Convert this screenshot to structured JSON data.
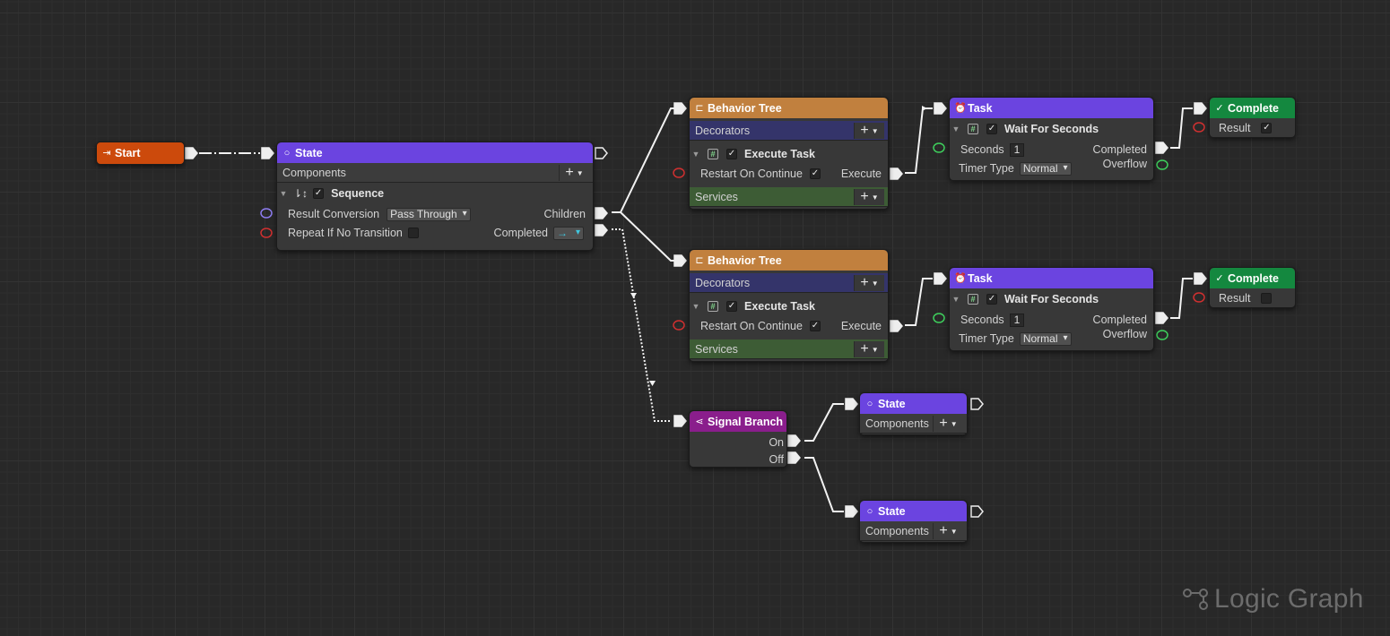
{
  "graph": {
    "watermark": "Logic Graph",
    "start": {
      "title": "Start"
    },
    "main_state": {
      "title": "State",
      "components_label": "Components",
      "sequence_label": "Sequence",
      "result_conversion_label": "Result Conversion",
      "result_conversion_value": "Pass Through",
      "children_label": "Children",
      "repeat_label": "Repeat If No Transition",
      "completed_label": "Completed",
      "completed_value": "→"
    },
    "behavior_trees": [
      {
        "title": "Behavior Tree",
        "decorators_label": "Decorators",
        "execute_task_label": "Execute Task",
        "restart_label": "Restart On Continue",
        "execute_label": "Execute",
        "services_label": "Services"
      },
      {
        "title": "Behavior Tree",
        "decorators_label": "Decorators",
        "execute_task_label": "Execute Task",
        "restart_label": "Restart On Continue",
        "execute_label": "Execute",
        "services_label": "Services"
      }
    ],
    "tasks": [
      {
        "title": "Task",
        "wait_label": "Wait For Seconds",
        "seconds_label": "Seconds",
        "seconds_value": "1",
        "completed_label": "Completed",
        "timer_type_label": "Timer Type",
        "timer_type_value": "Normal",
        "overflow_label": "Overflow"
      },
      {
        "title": "Task",
        "wait_label": "Wait For Seconds",
        "seconds_label": "Seconds",
        "seconds_value": "1",
        "completed_label": "Completed",
        "timer_type_label": "Timer Type",
        "timer_type_value": "Normal",
        "overflow_label": "Overflow"
      }
    ],
    "completes": [
      {
        "title": "Complete",
        "result_label": "Result",
        "checked": true
      },
      {
        "title": "Complete",
        "result_label": "Result",
        "checked": false
      }
    ],
    "signal_branch": {
      "title": "Signal Branch",
      "on_label": "On",
      "off_label": "Off"
    },
    "branch_states": [
      {
        "title": "State",
        "components_label": "Components"
      },
      {
        "title": "State",
        "components_label": "Components"
      }
    ]
  },
  "colors": {
    "start_header": "#cc4a0c",
    "state_header": "#6b44e0",
    "behavior_tree_header": "#c1803e",
    "complete_header": "#14883f",
    "signal_branch_header": "#8a1e8c"
  }
}
